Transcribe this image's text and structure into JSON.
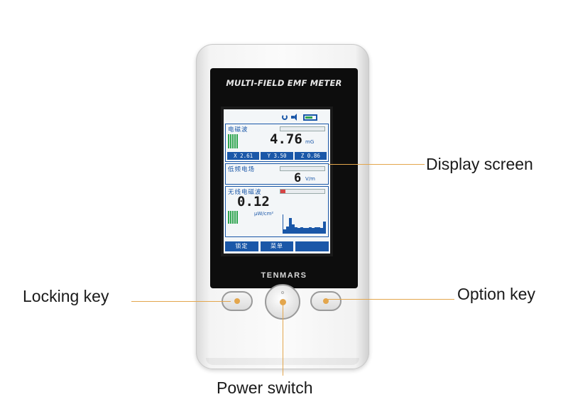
{
  "device": {
    "model_label": "MULTI-FIELD EMF METER",
    "brand": "TENMARS",
    "status_icons": [
      "power-icon",
      "speaker-icon",
      "battery-icon"
    ]
  },
  "screen": {
    "magnetic": {
      "label": "电磁波",
      "value": "4.76",
      "unit": "mG",
      "axes": [
        "X 2.61",
        "Y 3.50",
        "Z 0.86"
      ]
    },
    "electric": {
      "label": "低频电场",
      "value": "6",
      "unit": "V/m"
    },
    "rf": {
      "label": "无线电磁波",
      "value": "0.12",
      "unit": "μW/cm²"
    },
    "softkeys": [
      "锁定",
      "菜单",
      ""
    ]
  },
  "callouts": {
    "display_screen": "Display screen",
    "locking_key": "Locking key",
    "option_key": "Option key",
    "power_switch": "Power switch"
  },
  "colors": {
    "accent": "#e3a64d",
    "lcd_blue": "#1a57a8",
    "level_green": "#2ea44f"
  }
}
